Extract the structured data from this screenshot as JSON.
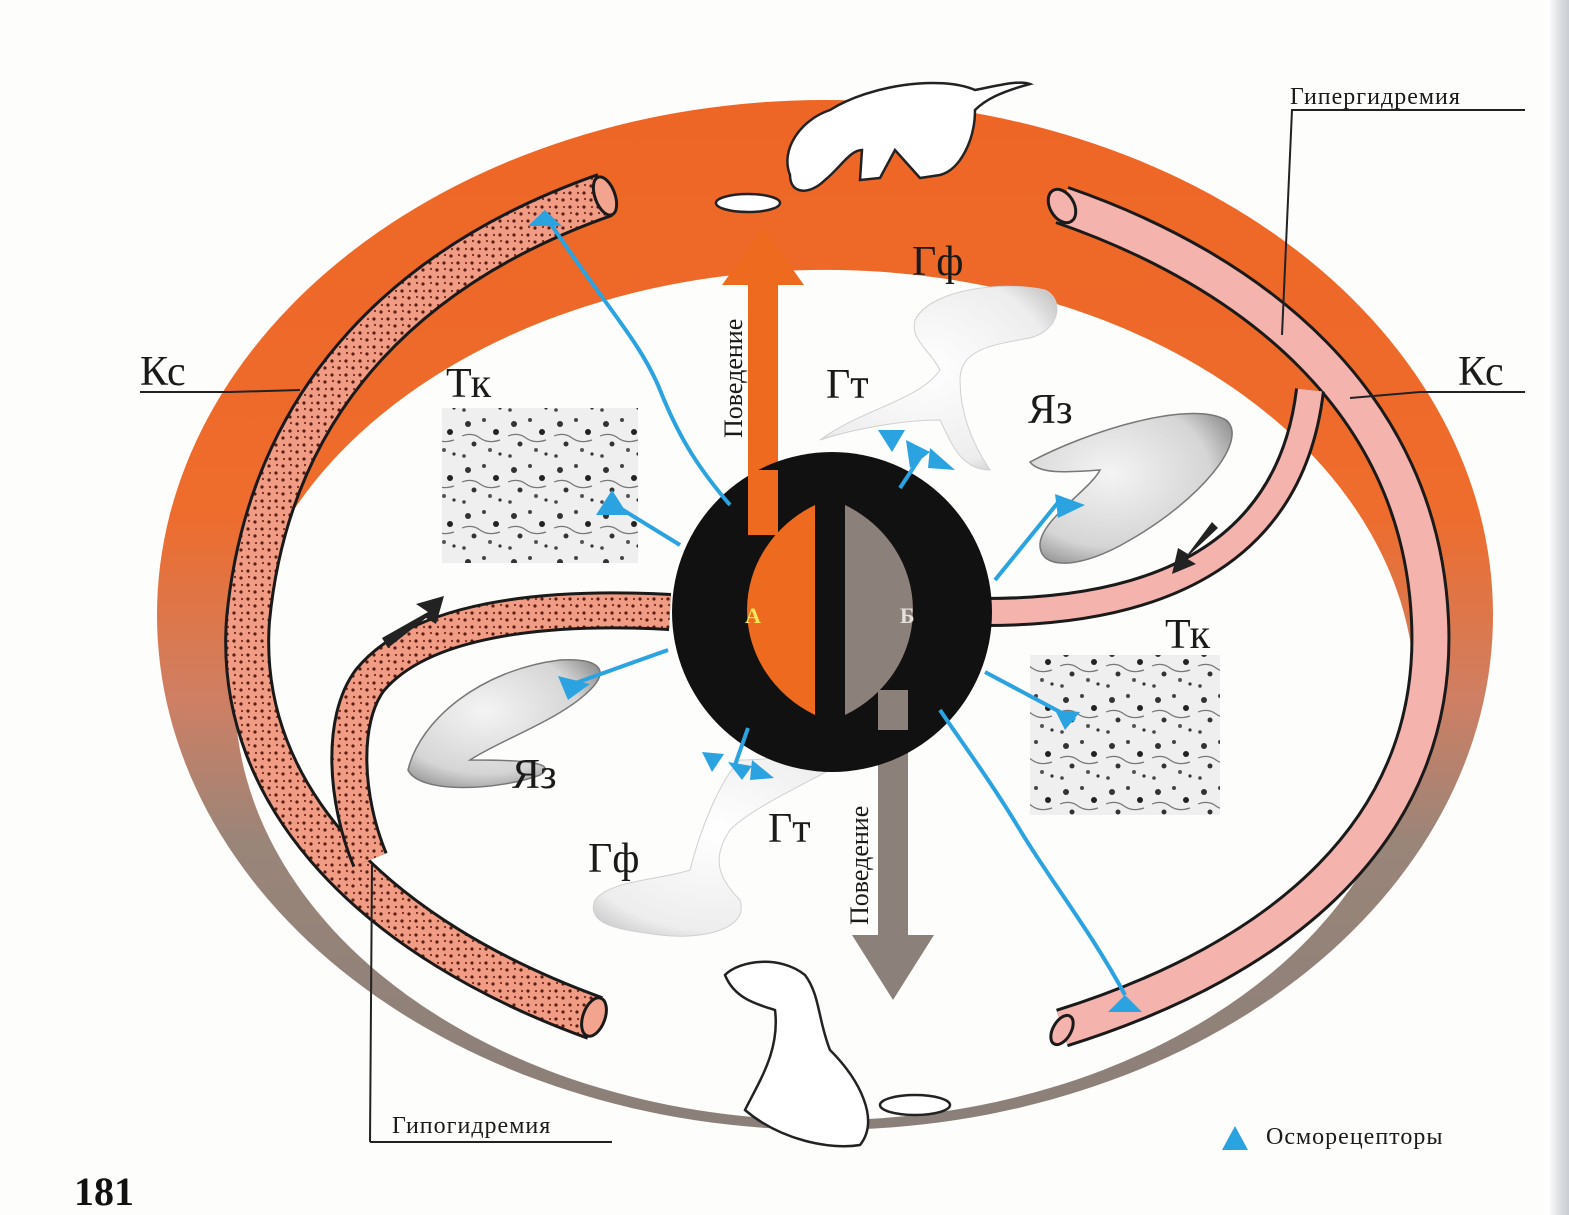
{
  "labels": {
    "kc_left": "Кс",
    "kc_right": "Кс",
    "tk_top": "Тк",
    "tk_bottom": "Тк",
    "gf_top": "Гф",
    "gf_bottom": "Гф",
    "gt_top": "Гт",
    "gt_bottom": "Гт",
    "yaz_top": "Яз",
    "yaz_bottom": "Яз",
    "behavior_top": "Поведение",
    "behavior_bottom": "Поведение",
    "center_a": "А",
    "center_b": "Б",
    "hyperhydremia": "Гипергидремия",
    "hypohydremia": "Гипогидремия"
  },
  "legend": {
    "osmoreceptors": "Осморецепторы",
    "icon": "triangle-icon"
  },
  "page_number": "181",
  "colors": {
    "ring_top": "#ee6a2a",
    "ring_bottom": "#8e827a",
    "osmoreceptor": "#2aa3e0",
    "vessel_left": "#f09a8a",
    "vessel_right": "#f3b2ae",
    "behavior_up": "#ee6a1e",
    "behavior_down": "#8c807a"
  }
}
